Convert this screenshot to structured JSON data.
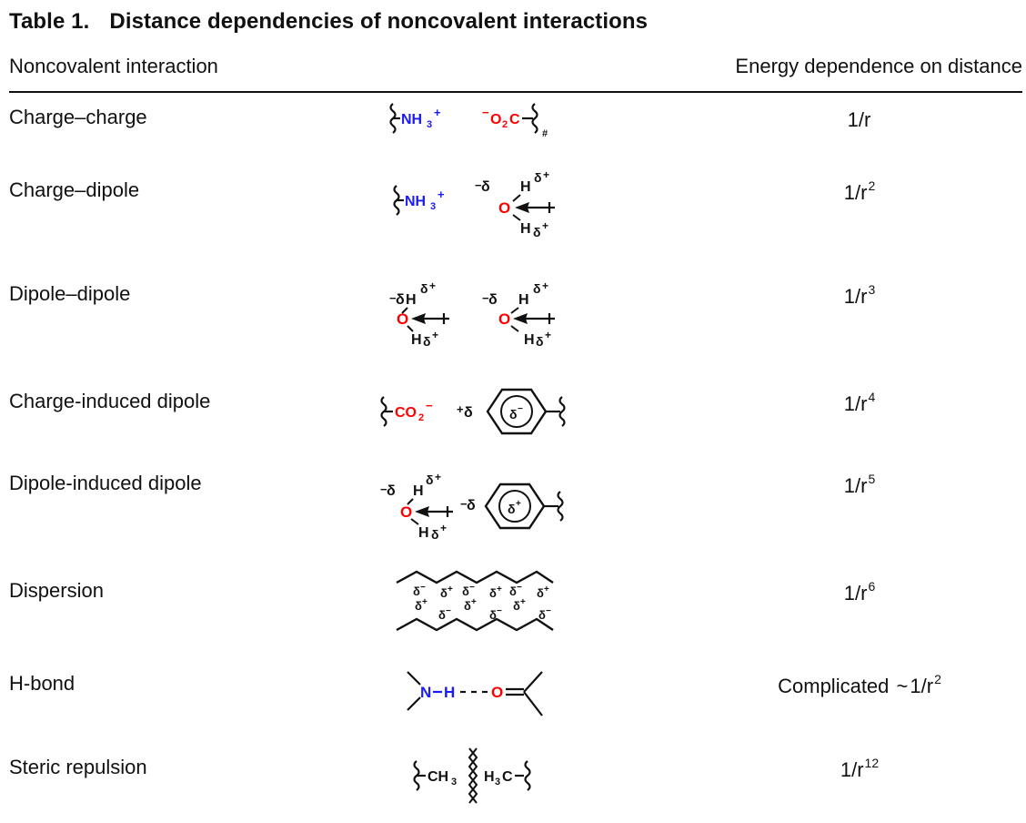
{
  "table": {
    "number": "Table 1.",
    "title": "Distance dependencies of noncovalent interactions",
    "col_interaction": "Noncovalent interaction",
    "col_energy": "Energy dependence on distance"
  },
  "rows": [
    {
      "interaction": "Charge–charge",
      "energy_base": "1/r",
      "energy_exp": ""
    },
    {
      "interaction": "Charge–dipole",
      "energy_base": "1/r",
      "energy_exp": "2"
    },
    {
      "interaction": "Dipole–dipole",
      "energy_base": "1/r",
      "energy_exp": "3"
    },
    {
      "interaction": "Charge-induced dipole",
      "energy_base": "1/r",
      "energy_exp": "4"
    },
    {
      "interaction": "Dipole-induced dipole",
      "energy_base": "1/r",
      "energy_exp": "5"
    },
    {
      "interaction": "Dispersion",
      "energy_base": "1/r",
      "energy_exp": "6"
    },
    {
      "interaction": "H-bond",
      "energy_prefix": "Complicated",
      "energy_tilde": "~",
      "energy_base": "1/r",
      "energy_exp": "2"
    },
    {
      "interaction": "Steric repulsion",
      "energy_base": "1/r",
      "energy_exp": "12"
    }
  ],
  "colors": {
    "nitrogen": "#1a1aff",
    "oxygen": "#ff0000",
    "ink": "#111111"
  },
  "structure_labels": {
    "nh3": "NH",
    "nh3_sub": "3",
    "plus": "+",
    "minus": "−",
    "co2_o": "O",
    "co2_sub": "2",
    "co2_c": "C",
    "hash": "#",
    "delta": "δ",
    "o": "O",
    "h": "H",
    "n": "N",
    "ch3": "CH",
    "h3c_h": "H",
    "h3c_sub": "3",
    "h3c_c": "C",
    "co2": "CO"
  }
}
